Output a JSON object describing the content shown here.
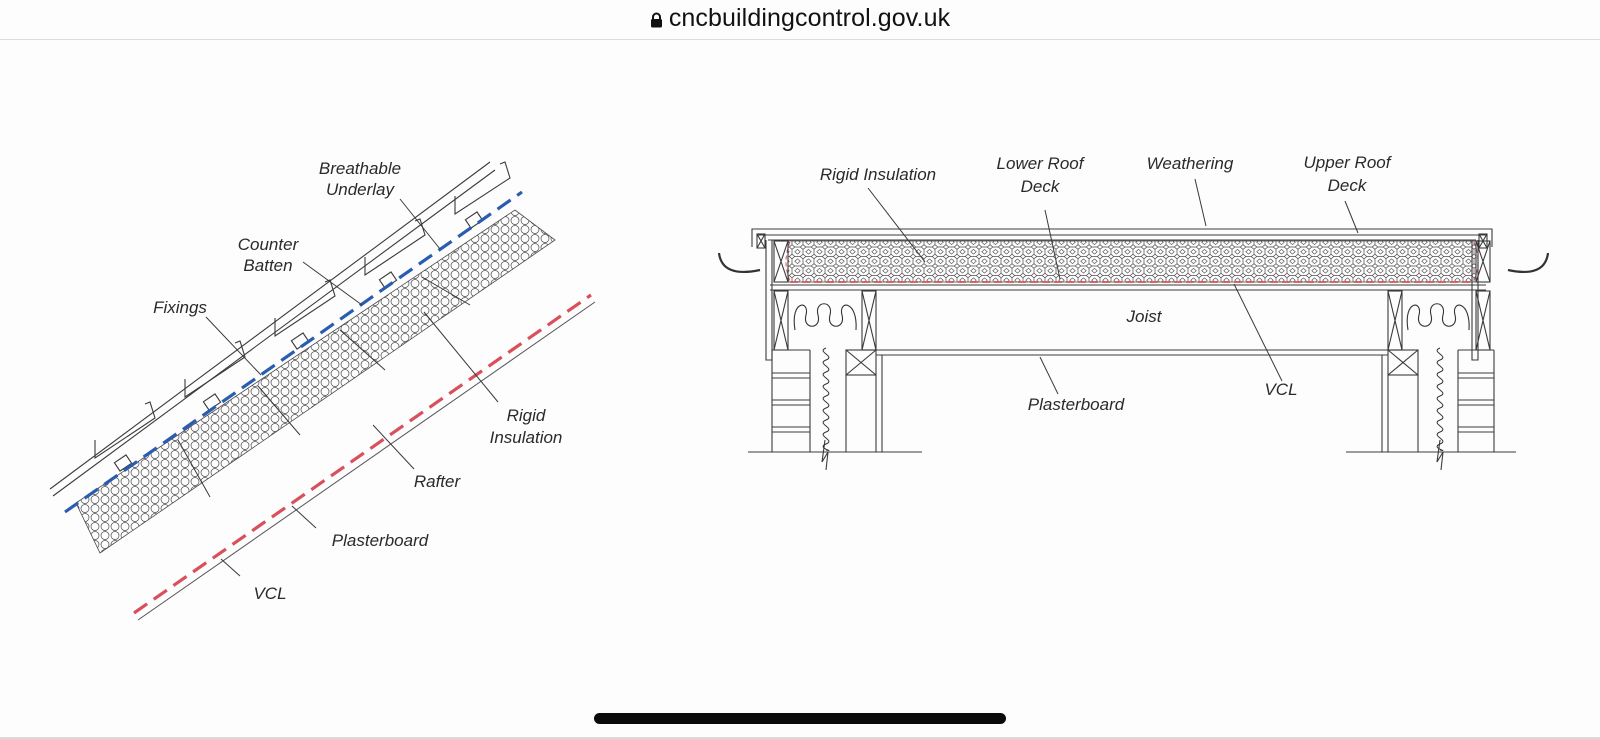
{
  "browser": {
    "url": "cncbuildingcontrol.gov.uk",
    "lock_icon": "lock-icon"
  },
  "colors": {
    "breathable_underlay": "#2a5db0",
    "vcl": "#d9505d",
    "line": "#3a3a3a",
    "text": "#2a2a2a"
  },
  "pitched_roof": {
    "title": "Pitched roof insulation detail",
    "labels": {
      "breathable_underlay": [
        "Breathable",
        "Underlay"
      ],
      "counter_batten": [
        "Counter",
        "Batten"
      ],
      "fixings": "Fixings",
      "rigid_insulation": [
        "Rigid",
        "Insulation"
      ],
      "rafter": "Rafter",
      "plasterboard": "Plasterboard",
      "vcl": "VCL"
    }
  },
  "flat_roof": {
    "title": "Flat roof insulation detail",
    "labels": {
      "rigid_insulation": "Rigid Insulation",
      "lower_roof_deck": [
        "Lower Roof",
        "Deck"
      ],
      "weathering": "Weathering",
      "upper_roof_deck": [
        "Upper Roof",
        "Deck"
      ],
      "joist": "Joist",
      "plasterboard": "Plasterboard",
      "vcl": "VCL"
    }
  }
}
